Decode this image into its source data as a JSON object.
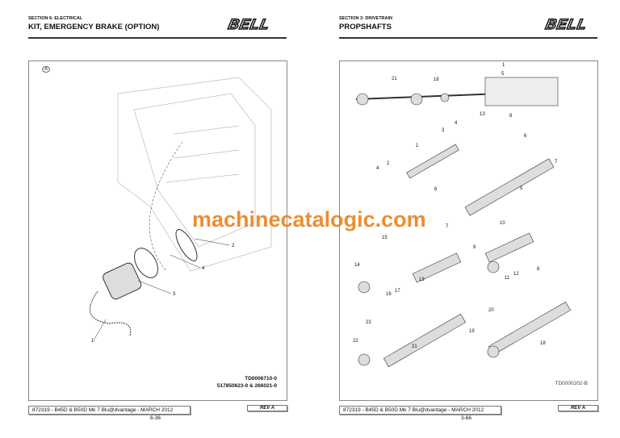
{
  "left_page": {
    "section": "SECTION 6: ELECTRICAL",
    "title": "KIT, EMERGENCY BRAKE (OPTION)",
    "logo": "BELL",
    "callouts": [
      "A",
      "2",
      "4",
      "3",
      "1"
    ],
    "ref_number": "TD0006710-0",
    "part_numbers": "517850623-0 & 266021-0",
    "footer": "872319 - B45D & B50D Mk 7 Blu@dvantage - MARCH 2012",
    "revision": "REV A",
    "page_number": "6-36"
  },
  "right_page": {
    "section": "SECTION 3: DRIVETRAIN",
    "title": "PROPSHAFTS",
    "logo": "BELL",
    "callouts": [
      "1",
      "5",
      "21",
      "18",
      "13",
      "8",
      "4",
      "3",
      "6",
      "1",
      "2",
      "7",
      "4",
      "5",
      "6",
      "7",
      "10",
      "15",
      "9",
      "14",
      "8",
      "12",
      "11",
      "13",
      "17",
      "16",
      "20",
      "23",
      "19",
      "22",
      "18",
      "21"
    ],
    "ref_number": "TD0000202-B",
    "footer": "872319 - B45D & B50D Mk 7 Blu@dvantage - MARCH 2012",
    "revision": "REV A",
    "page_number": "3-66"
  },
  "watermark": "machinecatalogic.com"
}
